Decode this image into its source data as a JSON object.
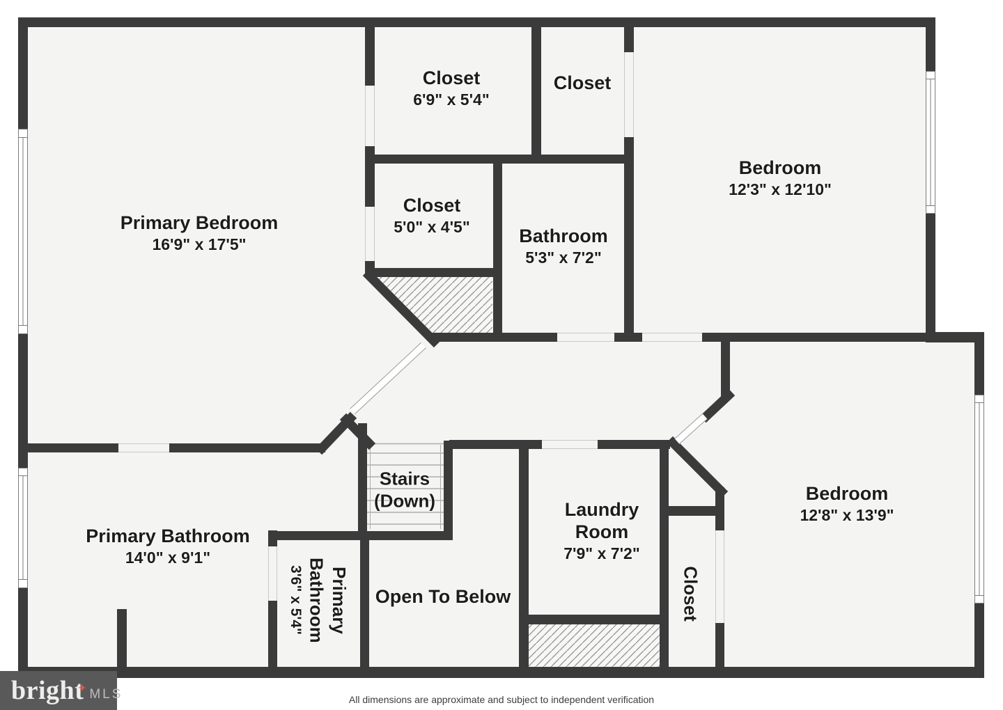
{
  "rooms": [
    {
      "id": "primary-bedroom",
      "name": "Primary Bedroom",
      "dims": "16'9\" x 17'5\""
    },
    {
      "id": "closet-top-left",
      "name": "Closet",
      "dims": "6'9\" x 5'4\""
    },
    {
      "id": "closet-top-right",
      "name": "Closet"
    },
    {
      "id": "bedroom-upper",
      "name": "Bedroom",
      "dims": "12'3\" x 12'10\""
    },
    {
      "id": "closet-middle",
      "name": "Closet",
      "dims": "5'0\" x 4'5\""
    },
    {
      "id": "bathroom",
      "name": "Bathroom",
      "dims": "5'3\" x 7'2\""
    },
    {
      "id": "primary-bathroom",
      "name": "Primary Bathroom",
      "dims": "14'0\" x 9'1\""
    },
    {
      "id": "primary-bathroom-small",
      "name": "Primary Bathroom",
      "dims": "3'6\" x 5'4\""
    },
    {
      "id": "stairs",
      "name": "Stairs",
      "sub": "(Down)"
    },
    {
      "id": "open-to-below",
      "name": "Open To Below"
    },
    {
      "id": "laundry",
      "name": "Laundry Room",
      "dims": "7'9\" x 7'2\""
    },
    {
      "id": "closet-lower",
      "name": "Closet"
    },
    {
      "id": "bedroom-lower",
      "name": "Bedroom",
      "dims": "12'8\" x 13'9\""
    }
  ],
  "logo": {
    "brand": "bright",
    "suffix": "MLS",
    "star_icon": "✦"
  },
  "footer": {
    "disclaimer": "All dimensions are approximate and subject to independent verification"
  },
  "colors": {
    "wall": "#3b3b3b",
    "floor": "#f4f4f3",
    "logo_bg": "#59595a",
    "logo_star": "#de5745",
    "label_text": "#1c1c1c"
  }
}
